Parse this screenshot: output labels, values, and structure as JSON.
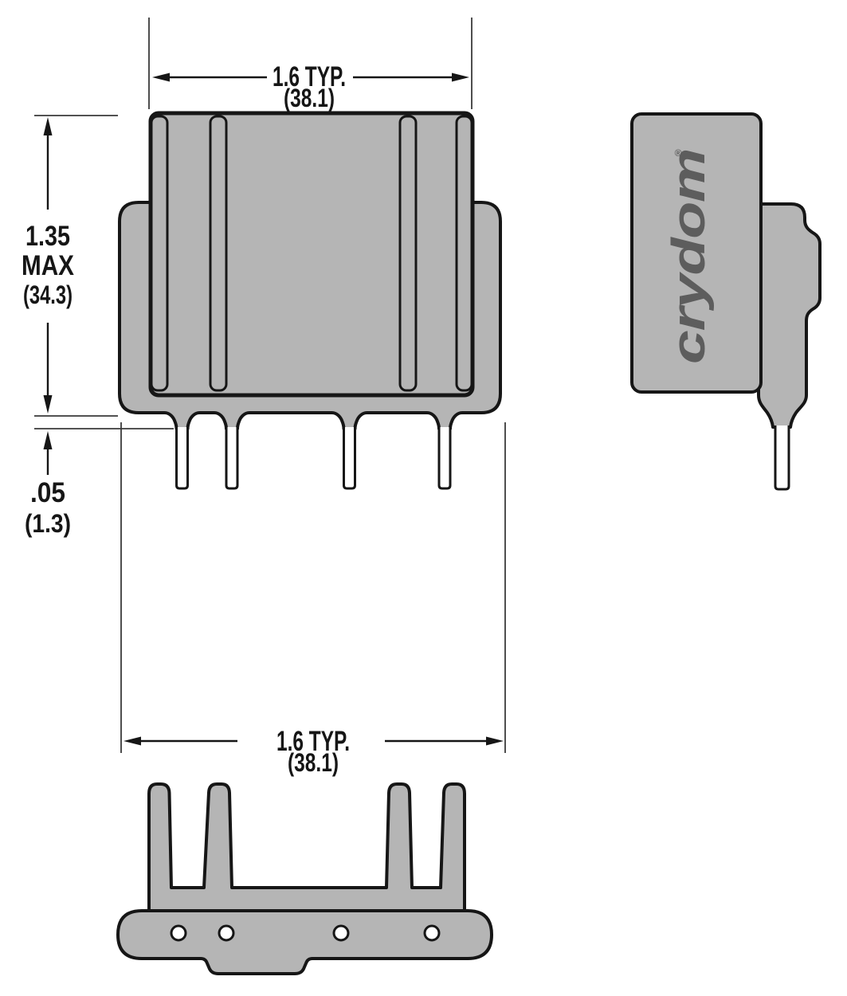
{
  "colors": {
    "background": "#ffffff",
    "body_fill": "#b5b5b5",
    "outline": "#161616",
    "line_color": "#3a3a3a",
    "logo_color": "#5d5d5d",
    "pin_fill": "#ffffff"
  },
  "front_view": {
    "width_dimension": {
      "value": "1.6 TYP.",
      "metric": "(38.1)"
    },
    "height_dimension": {
      "value": "1.35",
      "qualifier": "MAX",
      "metric": "(34.3)"
    },
    "standoff_dimension": {
      "value": ".05",
      "metric": "(1.3)"
    }
  },
  "side_view": {
    "logo_text": "crydom",
    "logo_mark": "®"
  },
  "bottom_view": {
    "width_dimension": {
      "value": "1.6 TYP.",
      "metric": "(38.1)"
    }
  }
}
